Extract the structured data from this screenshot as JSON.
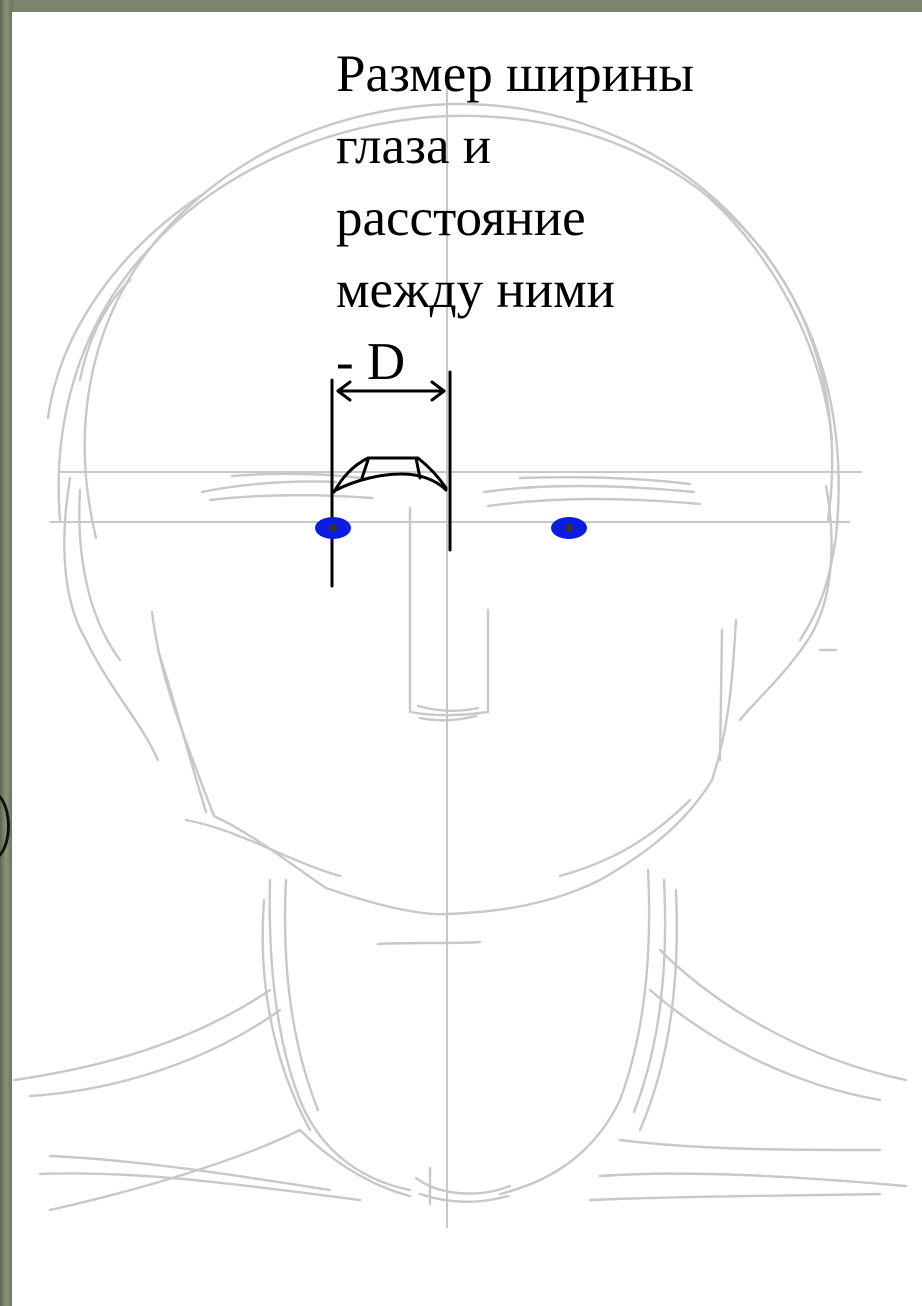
{
  "caption": {
    "lines": [
      "Размер ширины",
      "глаза и",
      "расстояние",
      "между ними",
      "- D"
    ]
  },
  "colors": {
    "frame": "#6f7664",
    "background": "#ffffff",
    "sketch": "#c8c8c8",
    "annotation": "#000000",
    "pupil": "#0b1de0",
    "pupil_center": "#333333"
  },
  "figure": {
    "subject": "front-view head and neck sketch",
    "markers": [
      "left-eye-pupil",
      "right-eye-pupil"
    ],
    "dimension_label": "D"
  }
}
